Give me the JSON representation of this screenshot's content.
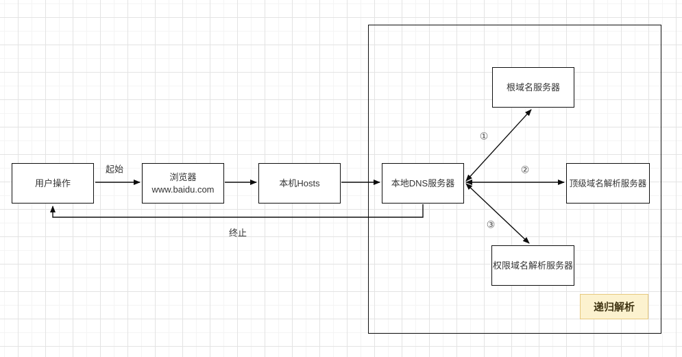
{
  "diagram": {
    "nodes": {
      "user": {
        "label": "用户操作"
      },
      "browser": {
        "label": "浏览器",
        "sublabel": "www.baidu.com"
      },
      "hosts": {
        "label": "本机Hosts"
      },
      "local_dns": {
        "label": "本地DNS服务器"
      },
      "root": {
        "label": "根域名服务器"
      },
      "tld": {
        "label": "顶级域名解析服务器"
      },
      "auth": {
        "label": "权限域名解析服务器"
      }
    },
    "edge_labels": {
      "start": "起始",
      "end": "终止",
      "step1": "①",
      "step2": "②",
      "step3": "③"
    },
    "note": {
      "label": "递归解析",
      "fill": "#fcf2cf",
      "border": "#e6c87e",
      "text_color": "#3f3412"
    }
  }
}
